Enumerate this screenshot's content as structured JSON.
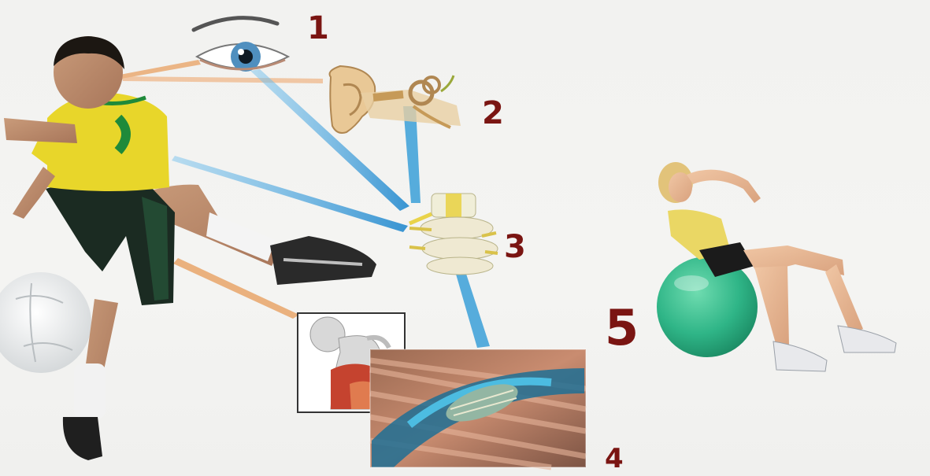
{
  "labels": {
    "eye": "1",
    "ear": "2",
    "spine": "3",
    "muscle": "4",
    "exercise": "5"
  },
  "colors": {
    "number": "#7a1512",
    "blue_line": "#3a9fd8",
    "orange_line": "#e8a56a",
    "ball_green": "#2fb587",
    "jersey_yellow": "#e8d62a",
    "jersey_green": "#1f8a3a"
  },
  "icons": [
    "eye-icon",
    "ear-icon",
    "spine-icon",
    "bone-icon",
    "muscle-fiber-icon",
    "soccer-ball-icon",
    "exercise-ball-icon"
  ]
}
